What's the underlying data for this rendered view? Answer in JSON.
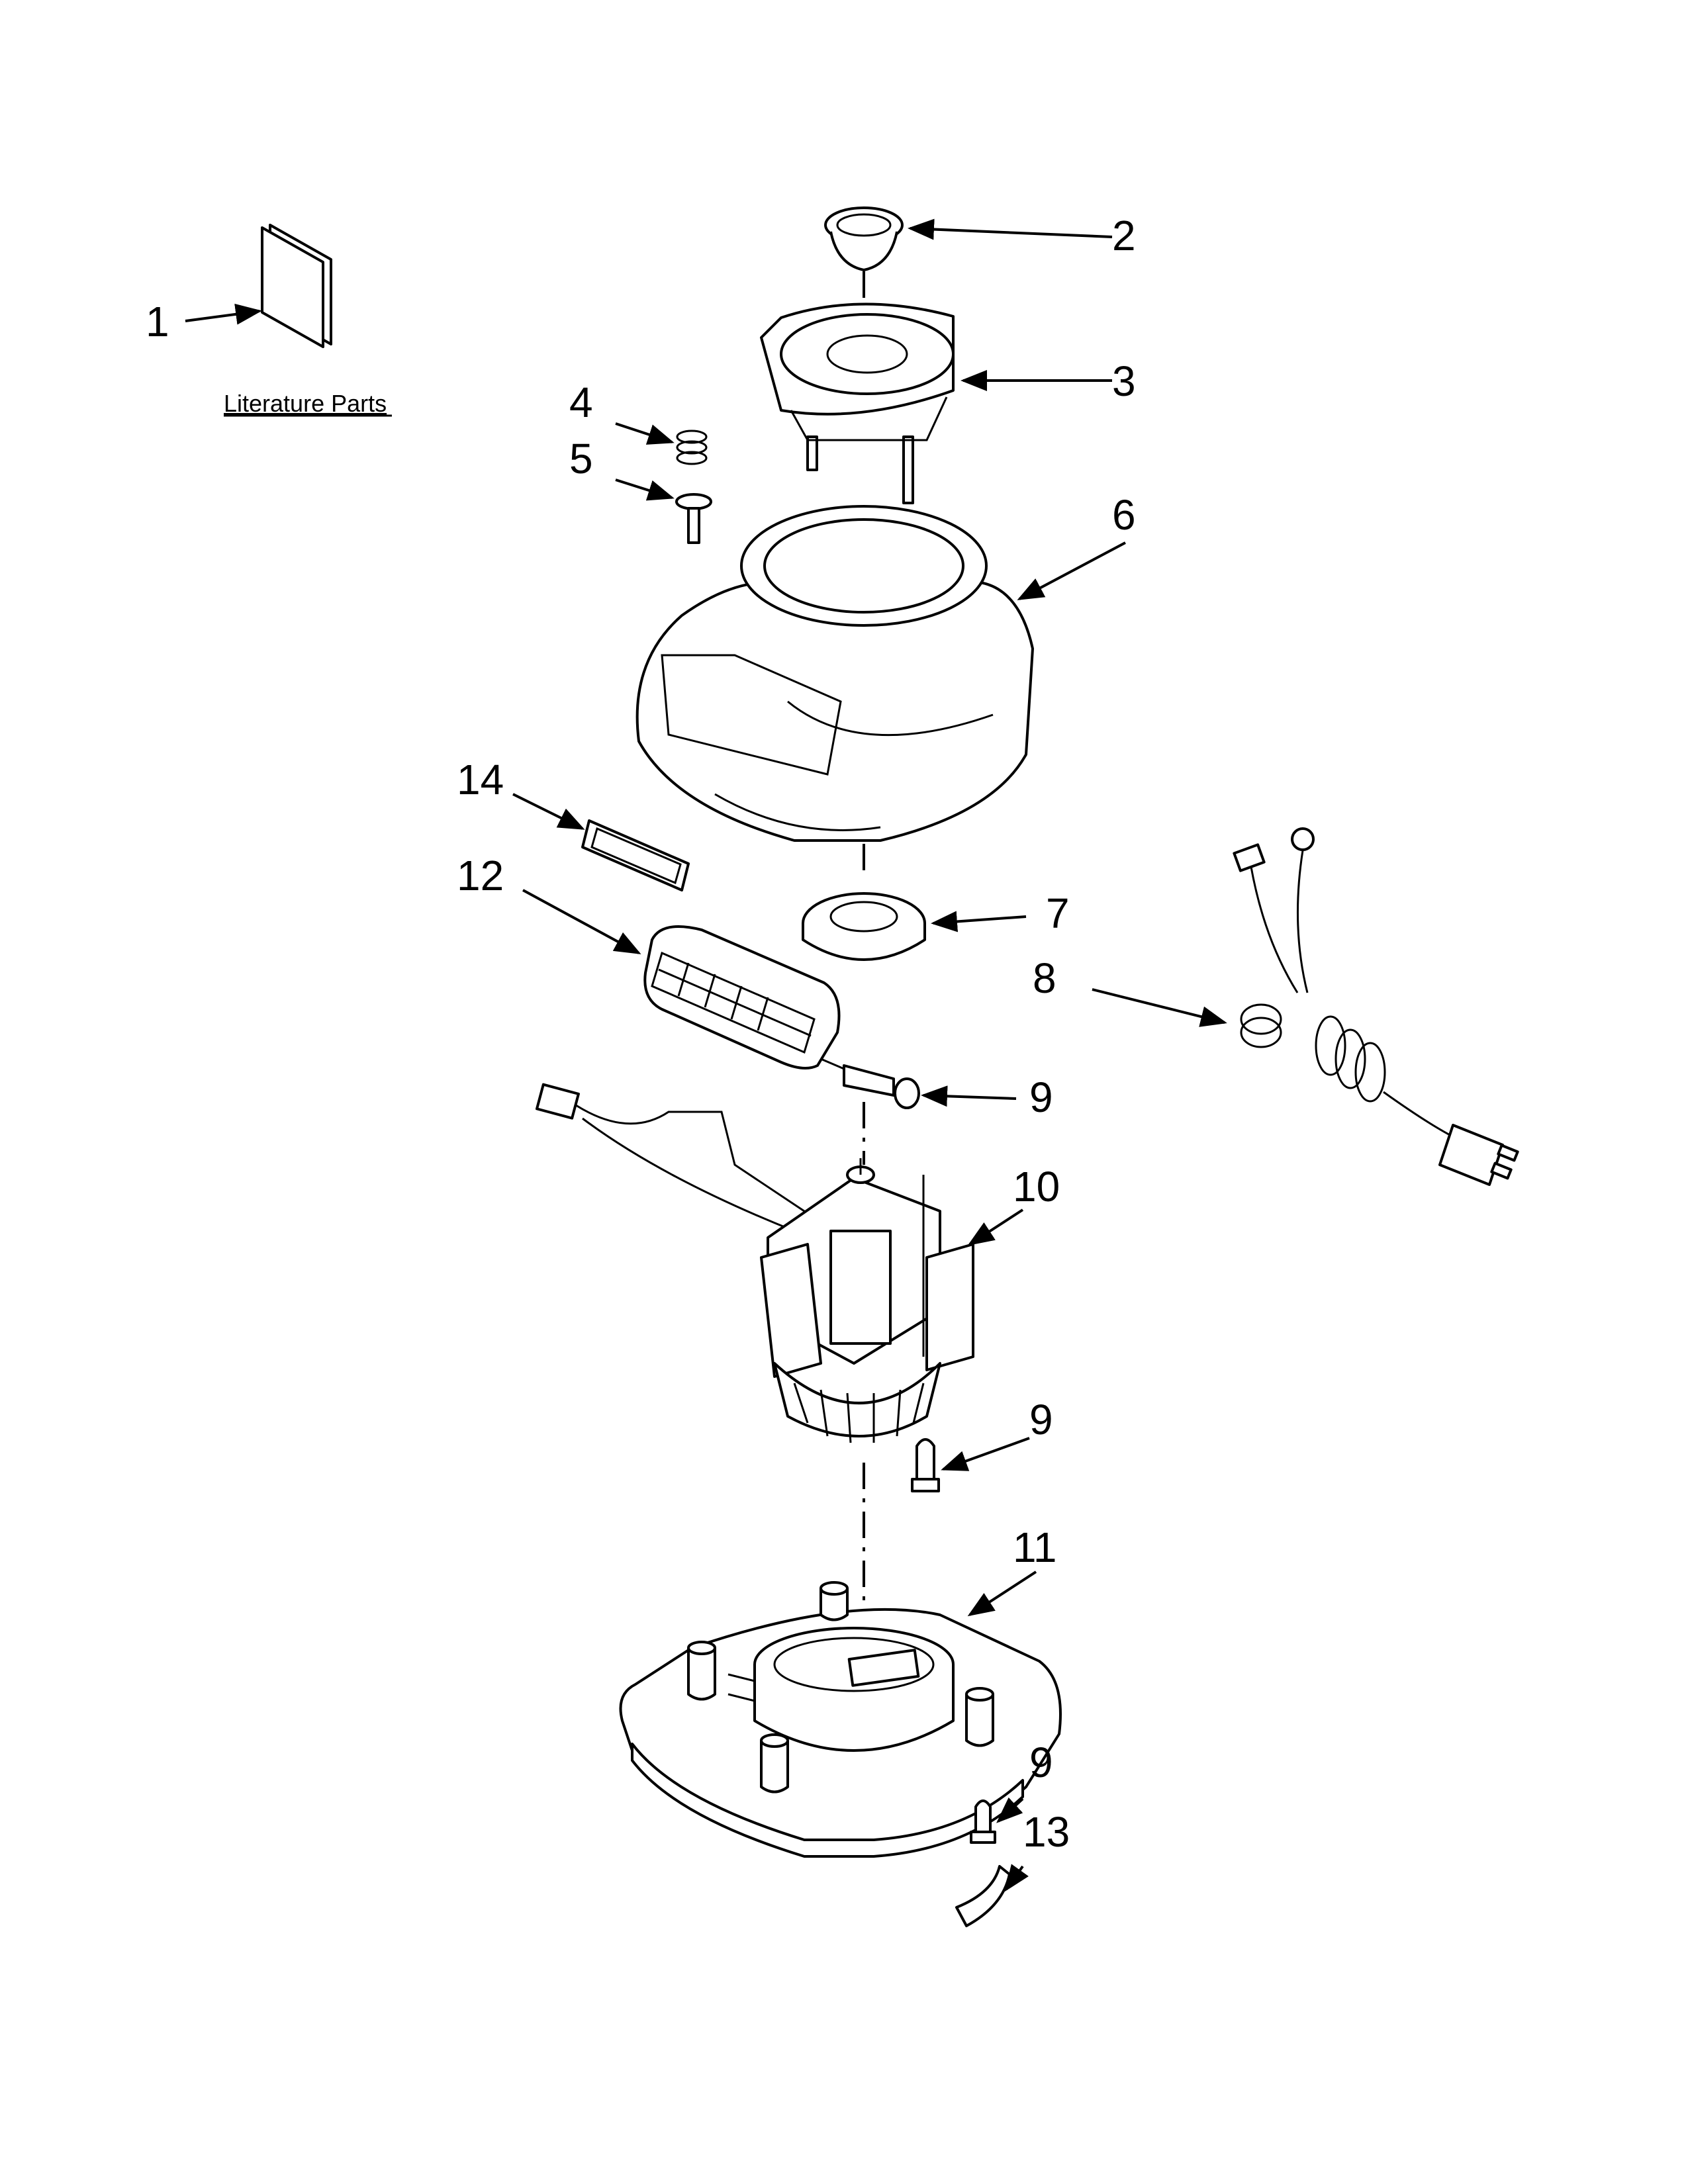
{
  "literature_label": "Literature Parts",
  "callouts": {
    "c1": "1",
    "c2": "2",
    "c3": "3",
    "c4": "4",
    "c5": "5",
    "c6": "6",
    "c7": "7",
    "c8": "8",
    "c9a": "9",
    "c10": "10",
    "c9b": "9",
    "c11": "11",
    "c9c": "9",
    "c12": "12",
    "c13": "13",
    "c14": "14"
  }
}
